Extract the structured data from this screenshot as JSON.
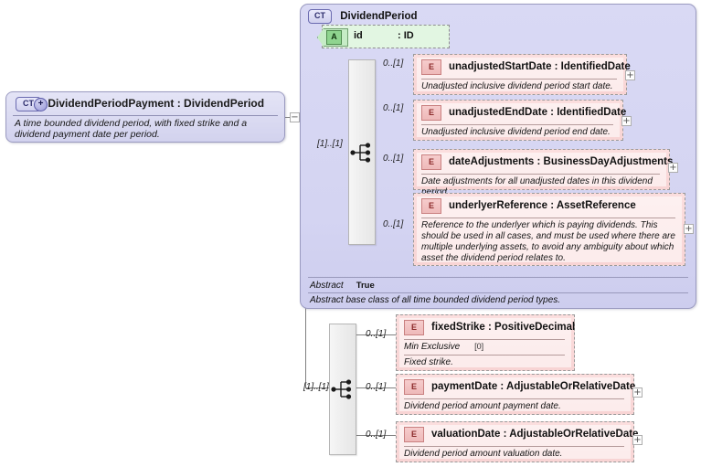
{
  "diagram": {
    "type": "xsd-schema-diagram",
    "background": "#ffffff"
  },
  "root_type": {
    "badge": "CT",
    "badge_expand": "+",
    "name": "DividendPeriodPayment",
    "separator": ":",
    "base_type": "DividendPeriod",
    "title": "DividendPeriodPayment : DividendPeriod",
    "documentation": "A time bounded dividend period, with fixed strike and a dividend payment date per period.",
    "collapse_icon": "−"
  },
  "container_type": {
    "badge": "CT",
    "name": "DividendPeriod",
    "abstract_key": "Abstract",
    "abstract_value": "True",
    "documentation": "Abstract base class of all time bounded dividend period types."
  },
  "attribute": {
    "badge": "A",
    "name": "id",
    "type": ": ID"
  },
  "compositors": [
    {
      "id": "seq-top",
      "kind": "sequence",
      "cardinality": "[1]..[1]"
    },
    {
      "id": "seq-bottom",
      "kind": "sequence",
      "cardinality": "[1]..[1]"
    }
  ],
  "elements_top": [
    {
      "badge": "E",
      "name": "unadjustedStartDate",
      "separator": ":",
      "type": "IdentifiedDate",
      "title": "unadjustedStartDate : IdentifiedDate",
      "cardinality": "0..[1]",
      "documentation": "Unadjusted inclusive dividend period start date.",
      "expander": "+"
    },
    {
      "badge": "E",
      "name": "unadjustedEndDate",
      "separator": ":",
      "type": "IdentifiedDate",
      "title": "unadjustedEndDate : IdentifiedDate",
      "cardinality": "0..[1]",
      "documentation": "Unadjusted inclusive dividend period end date.",
      "expander": "+"
    },
    {
      "badge": "E",
      "name": "dateAdjustments",
      "separator": ":",
      "type": "BusinessDayAdjustments",
      "title": "dateAdjustments : BusinessDayAdjustments",
      "cardinality": "0..[1]",
      "documentation": "Date adjustments for all unadjusted dates in this dividend period.",
      "expander": "+"
    },
    {
      "badge": "E",
      "name": "underlyerReference",
      "separator": ":",
      "type": "AssetReference",
      "title": "underlyerReference : AssetReference",
      "cardinality": "0..[1]",
      "documentation": "Reference to the underlyer which is paying dividends. This should be used in all cases, and must be used where there are multiple underlying assets, to avoid any ambiguity about which asset the dividend period relates to.",
      "expander": "+"
    }
  ],
  "elements_bottom": [
    {
      "badge": "E",
      "name": "fixedStrike",
      "separator": ":",
      "type": "PositiveDecimal",
      "title": "fixedStrike : PositiveDecimal",
      "cardinality": "0..[1]",
      "facet_key": "Min Exclusive",
      "facet_value": "[0]",
      "documentation": "Fixed strike.",
      "expander": ""
    },
    {
      "badge": "E",
      "name": "paymentDate",
      "separator": ":",
      "type": "AdjustableOrRelativeDate",
      "title": "paymentDate : AdjustableOrRelativeDate",
      "cardinality": "0..[1]",
      "documentation": "Dividend period amount payment date.",
      "expander": "+"
    },
    {
      "badge": "E",
      "name": "valuationDate",
      "separator": ":",
      "type": "AdjustableOrRelativeDate",
      "title": "valuationDate : AdjustableOrRelativeDate",
      "cardinality": "0..[1]",
      "documentation": "Dividend period amount valuation date.",
      "expander": "+"
    }
  ],
  "colors": {
    "complex_type_fill": "#d6d6f2",
    "element_fill": "#f8d4d4",
    "attribute_fill": "#e2f6e2",
    "compositor_fill": "#eeeeee",
    "line": "#808080"
  }
}
